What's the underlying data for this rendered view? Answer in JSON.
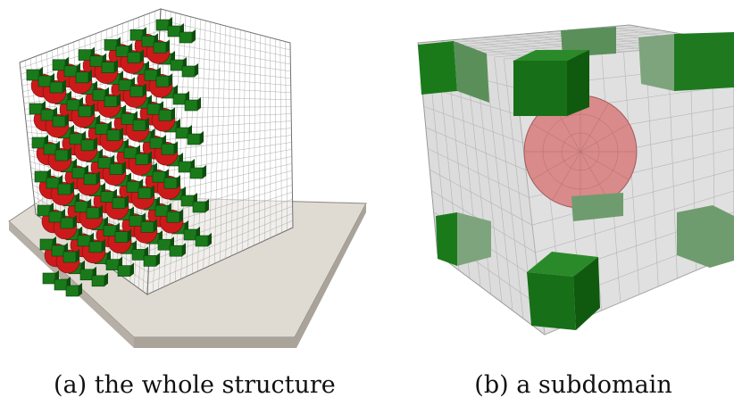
{
  "figure": {
    "panels": [
      {
        "label": "(a)",
        "caption": "the whole structure"
      },
      {
        "label": "(b)",
        "caption": "a subdomain"
      }
    ]
  },
  "colors": {
    "plate": "#e0dbd2",
    "plate_side": "#a9a39a",
    "mesh": "#8a8a8a",
    "green_block": "#1a7a1a",
    "green_dark": "#0e4d0e",
    "red_sphere": "#cc1a1a",
    "pink_sphere": "#d98a8a",
    "subdomain_fill": "#d9d9d9"
  }
}
